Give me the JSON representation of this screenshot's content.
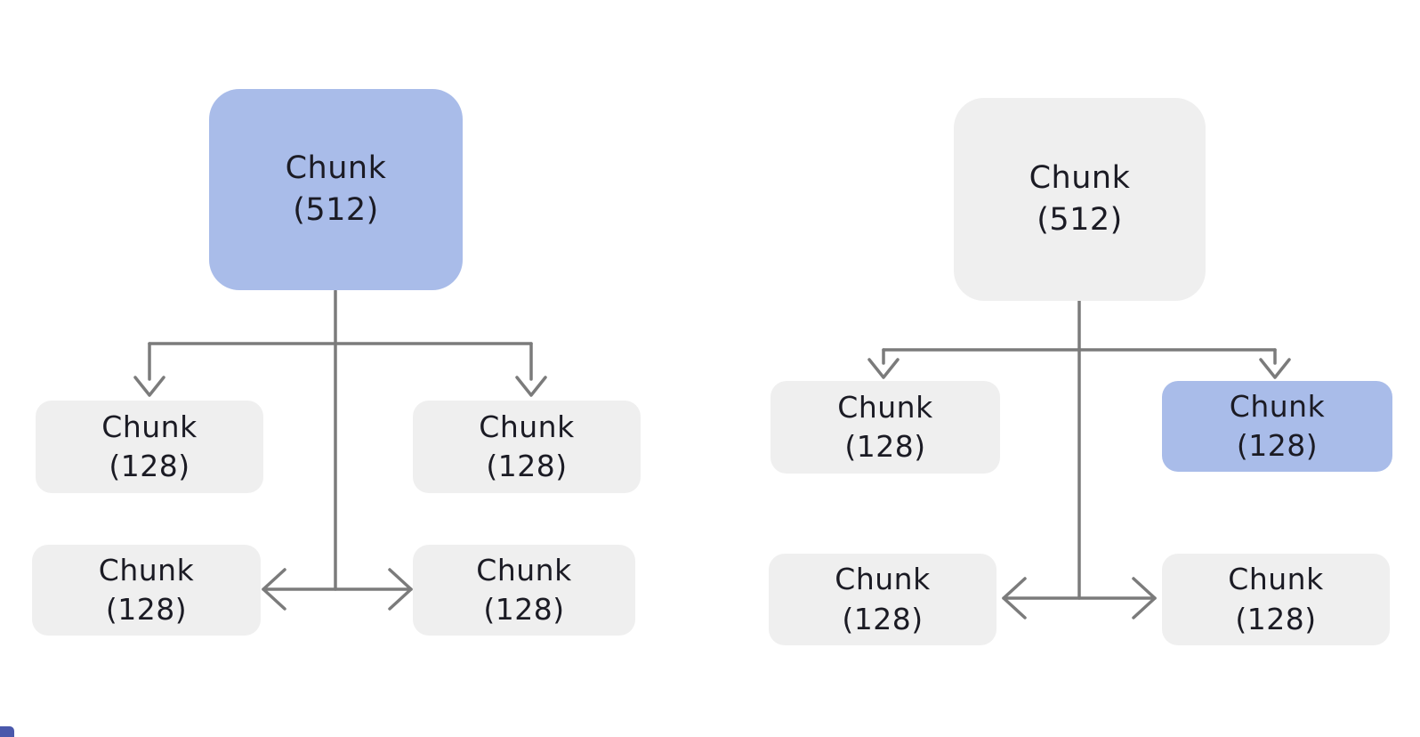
{
  "colors": {
    "background": "#ffffff",
    "highlight-blue": "#a9bce9",
    "node-gray": "#efefef",
    "arrow-gray": "#7b7b7b",
    "text-dark": "#1b1b24",
    "corner-accent": "#4a58ab"
  },
  "left_tree": {
    "parent": {
      "name": "Chunk",
      "size": "(512)",
      "highlighted": true
    },
    "mid_left": {
      "name": "Chunk",
      "size": "(128)",
      "highlighted": false
    },
    "mid_right": {
      "name": "Chunk",
      "size": "(128)",
      "highlighted": false
    },
    "bottom_left": {
      "name": "Chunk",
      "size": "(128)",
      "highlighted": false
    },
    "bottom_right": {
      "name": "Chunk",
      "size": "(128)",
      "highlighted": false
    }
  },
  "right_tree": {
    "parent": {
      "name": "Chunk",
      "size": "(512)",
      "highlighted": false
    },
    "mid_left": {
      "name": "Chunk",
      "size": "(128)",
      "highlighted": false
    },
    "mid_right": {
      "name": "Chunk",
      "size": "(128)",
      "highlighted": true
    },
    "bottom_left": {
      "name": "Chunk",
      "size": "(128)",
      "highlighted": false
    },
    "bottom_right": {
      "name": "Chunk",
      "size": "(128)",
      "highlighted": false
    }
  }
}
